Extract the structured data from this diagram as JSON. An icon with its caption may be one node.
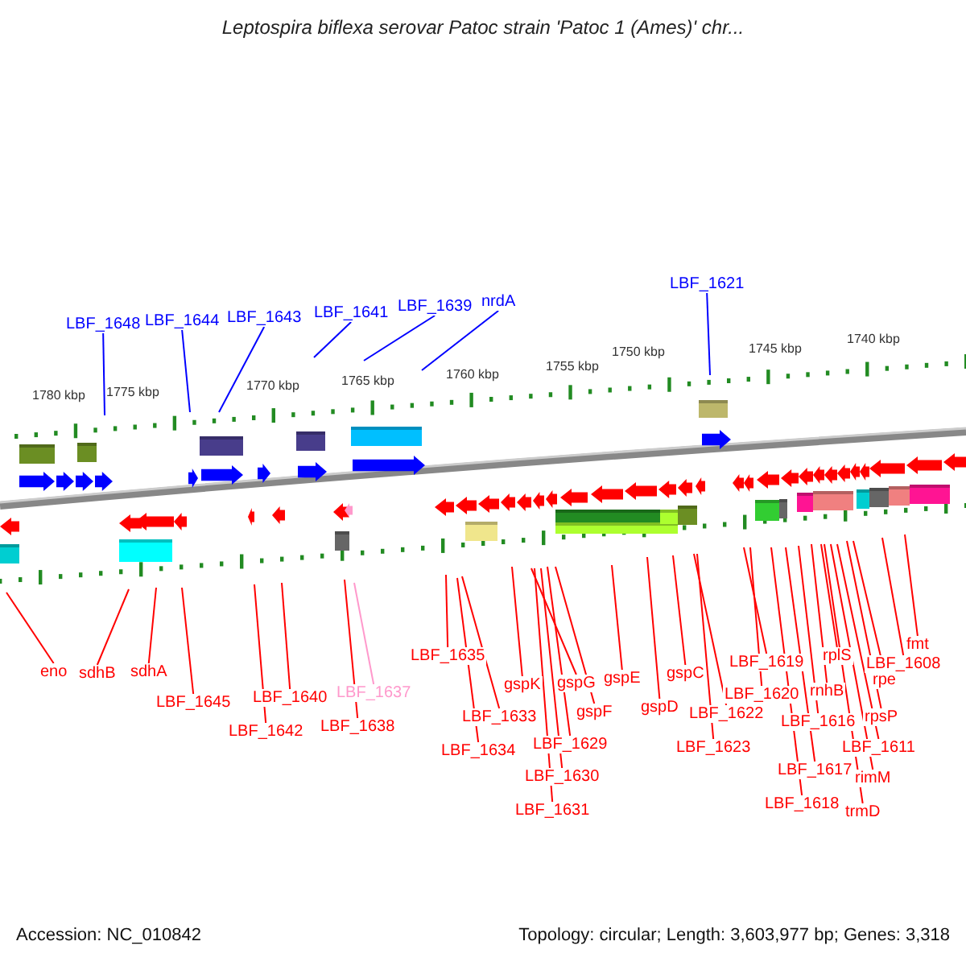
{
  "diagram": {
    "title": "Leptospira biflexa serovar Patoc strain 'Patoc 1 (Ames)' chr...",
    "nodes": [
      {
        "text": [
          "LBF_1648"
        ]
      },
      {
        "text": [
          "LBF_1644"
        ]
      },
      {
        "text": [
          "LBF_1643"
        ]
      },
      {
        "text": [
          "LBF_1641"
        ]
      },
      {
        "text": [
          "LBF_1639"
        ]
      },
      {
        "text": [
          "nrdA"
        ]
      },
      {
        "text": [
          "LBF_1621"
        ]
      },
      {
        "text": [
          "eno"
        ]
      },
      {
        "text": [
          "sdhB"
        ]
      },
      {
        "text": [
          "sdhA"
        ]
      },
      {
        "text": [
          "LBF_1645"
        ]
      },
      {
        "text": [
          "LBF_1642"
        ]
      },
      {
        "text": [
          "LBF_1640"
        ]
      },
      {
        "text": [
          "LBF_1637"
        ]
      },
      {
        "text": [
          "LBF_1638"
        ]
      },
      {
        "text": [
          "LBF_1635"
        ]
      },
      {
        "text": [
          "LBF_1633"
        ]
      },
      {
        "text": [
          "LBF_1634"
        ]
      },
      {
        "text": [
          "gspK"
        ]
      },
      {
        "text": [
          "gspG"
        ]
      },
      {
        "text": [
          "gspF"
        ]
      },
      {
        "text": [
          "gspE"
        ]
      },
      {
        "text": [
          "LBF_1629"
        ]
      },
      {
        "text": [
          "LBF_1630"
        ]
      },
      {
        "text": [
          "LBF_1631"
        ]
      },
      {
        "text": [
          "gspD"
        ]
      },
      {
        "text": [
          "gspC"
        ]
      },
      {
        "text": [
          "LBF_1622"
        ]
      },
      {
        "text": [
          "LBF_1623"
        ]
      },
      {
        "text": [
          "LBF_1619"
        ]
      },
      {
        "text": [
          "LBF_1620"
        ]
      },
      {
        "text": [
          "LBF_1618"
        ]
      },
      {
        "text": [
          "LBF_1617"
        ]
      },
      {
        "text": [
          "LBF_1616"
        ]
      },
      {
        "text": [
          "rnhB"
        ]
      },
      {
        "text": [
          "rplS"
        ]
      },
      {
        "text": [
          "rpe"
        ]
      },
      {
        "text": [
          "LBF_1608"
        ]
      },
      {
        "text": [
          "fmt"
        ]
      },
      {
        "text": [
          "rpsP"
        ]
      },
      {
        "text": [
          "LBF_1611"
        ]
      },
      {
        "text": [
          "rimM"
        ]
      },
      {
        "text": [
          "trmD"
        ]
      }
    ],
    "edges": [
      {
        "from": 0,
        "to": null,
        "arrow": "none",
        "color": "#0000ff"
      },
      {
        "from": 1,
        "to": null,
        "arrow": "none",
        "color": "#0000ff"
      },
      {
        "from": 2,
        "to": null,
        "arrow": "none",
        "color": "#0000ff"
      },
      {
        "from": 3,
        "to": null,
        "arrow": "none",
        "color": "#0000ff"
      },
      {
        "from": 4,
        "to": null,
        "arrow": "none",
        "color": "#0000ff"
      },
      {
        "from": 5,
        "to": null,
        "arrow": "none",
        "color": "#0000ff"
      },
      {
        "from": 6,
        "to": null,
        "arrow": "none",
        "color": "#0000ff"
      },
      {
        "from": 7,
        "to": null,
        "arrow": "none"
      },
      {
        "from": 8,
        "to": null,
        "arrow": "none"
      },
      {
        "from": 9,
        "to": null,
        "arrow": "none"
      },
      {
        "from": 10,
        "to": null,
        "arrow": "none"
      },
      {
        "from": 11,
        "to": null,
        "arrow": "none"
      },
      {
        "from": 12,
        "to": null,
        "arrow": "none"
      },
      {
        "from": 13,
        "to": null,
        "arrow": "none",
        "color": "#ff99cc"
      },
      {
        "from": 14,
        "to": null,
        "arrow": "none"
      },
      {
        "from": 15,
        "to": null,
        "arrow": "none"
      },
      {
        "from": 16,
        "to": null,
        "arrow": "none"
      },
      {
        "from": 17,
        "to": null,
        "arrow": "none"
      },
      {
        "from": 18,
        "to": null,
        "arrow": "none"
      },
      {
        "from": 19,
        "to": null,
        "arrow": "none"
      },
      {
        "from": 20,
        "to": null,
        "arrow": "none"
      },
      {
        "from": 21,
        "to": null,
        "arrow": "none"
      },
      {
        "from": 22,
        "to": null,
        "arrow": "none"
      },
      {
        "from": 23,
        "to": null,
        "arrow": "none"
      },
      {
        "from": 24,
        "to": null,
        "arrow": "none"
      },
      {
        "from": 25,
        "to": null,
        "arrow": "none"
      },
      {
        "from": 26,
        "to": null,
        "arrow": "none"
      },
      {
        "from": 27,
        "to": null,
        "arrow": "none"
      },
      {
        "from": 28,
        "to": null,
        "arrow": "none"
      },
      {
        "from": 29,
        "to": null,
        "arrow": "none"
      },
      {
        "from": 30,
        "to": null,
        "arrow": "none"
      },
      {
        "from": 31,
        "to": null,
        "arrow": "none"
      },
      {
        "from": 32,
        "to": null,
        "arrow": "none"
      },
      {
        "from": 33,
        "to": null,
        "arrow": "none"
      },
      {
        "from": 34,
        "to": null,
        "arrow": "none"
      },
      {
        "from": 35,
        "to": null,
        "arrow": "none"
      },
      {
        "from": 36,
        "to": null,
        "arrow": "none"
      },
      {
        "from": 37,
        "to": null,
        "arrow": "none"
      },
      {
        "from": 38,
        "to": null,
        "arrow": "none"
      },
      {
        "from": 39,
        "to": null,
        "arrow": "none"
      },
      {
        "from": 40,
        "to": null,
        "arrow": "none"
      },
      {
        "from": 41,
        "to": null,
        "arrow": "none"
      },
      {
        "from": 42,
        "to": null,
        "arrow": "none"
      }
    ],
    "labels": [
      "1780 kbp",
      "1775 kbp",
      "1770 kbp",
      "1765 kbp",
      "1760 kbp",
      "1755 kbp",
      "1750 kbp",
      "1745 kbp",
      "1740 kbp",
      "Accession: NC_010842",
      "Topology: circular; Length: 3,603,977 bp; Genes: 3,318"
    ]
  }
}
